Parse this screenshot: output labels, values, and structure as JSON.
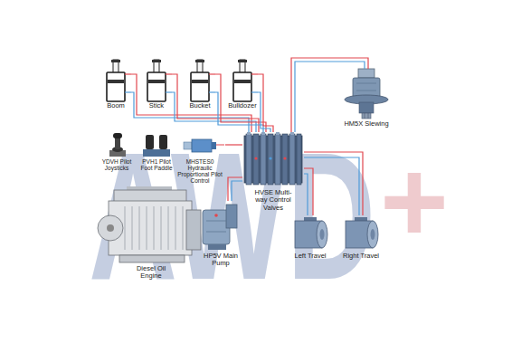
{
  "diagram": {
    "nodes": [
      {
        "text": [
          "Boom"
        ]
      },
      {
        "text": [
          "Stick"
        ]
      },
      {
        "text": [
          "Bucket"
        ]
      },
      {
        "text": [
          "Bulldozer"
        ]
      },
      {
        "text": [
          "HM5X Slewing"
        ]
      },
      {
        "text": [
          "YDVH Pilot Joysticks"
        ]
      },
      {
        "text": [
          "PVH1 Pilot Foot Paddle"
        ]
      },
      {
        "text": [
          "MHSTES0 Hydraulic Proportional Pilot Control"
        ]
      },
      {
        "text": [
          "HVSE Multi-way Control Valves"
        ]
      },
      {
        "text": [
          "Left Travel"
        ]
      },
      {
        "text": [
          "Right Travel"
        ]
      },
      {
        "text": [
          "Diesel Oil Engine"
        ]
      },
      {
        "text": [
          "HP5V Main Pump"
        ]
      }
    ],
    "edges": [
      {
        "from": 0,
        "to": 8,
        "arrow": "none"
      },
      {
        "from": 1,
        "to": 8,
        "arrow": "none"
      },
      {
        "from": 2,
        "to": 8,
        "arrow": "none"
      },
      {
        "from": 3,
        "to": 8,
        "arrow": "none"
      },
      {
        "from": 8,
        "to": 4,
        "arrow": "none"
      },
      {
        "from": 8,
        "to": 9,
        "arrow": "none"
      },
      {
        "from": 8,
        "to": 10,
        "arrow": "none"
      },
      {
        "from": 12,
        "to": 8,
        "arrow": "none"
      },
      {
        "from": 7,
        "to": 8,
        "arrow": "none"
      }
    ],
    "labels": [
      "AWD",
      "+"
    ]
  }
}
